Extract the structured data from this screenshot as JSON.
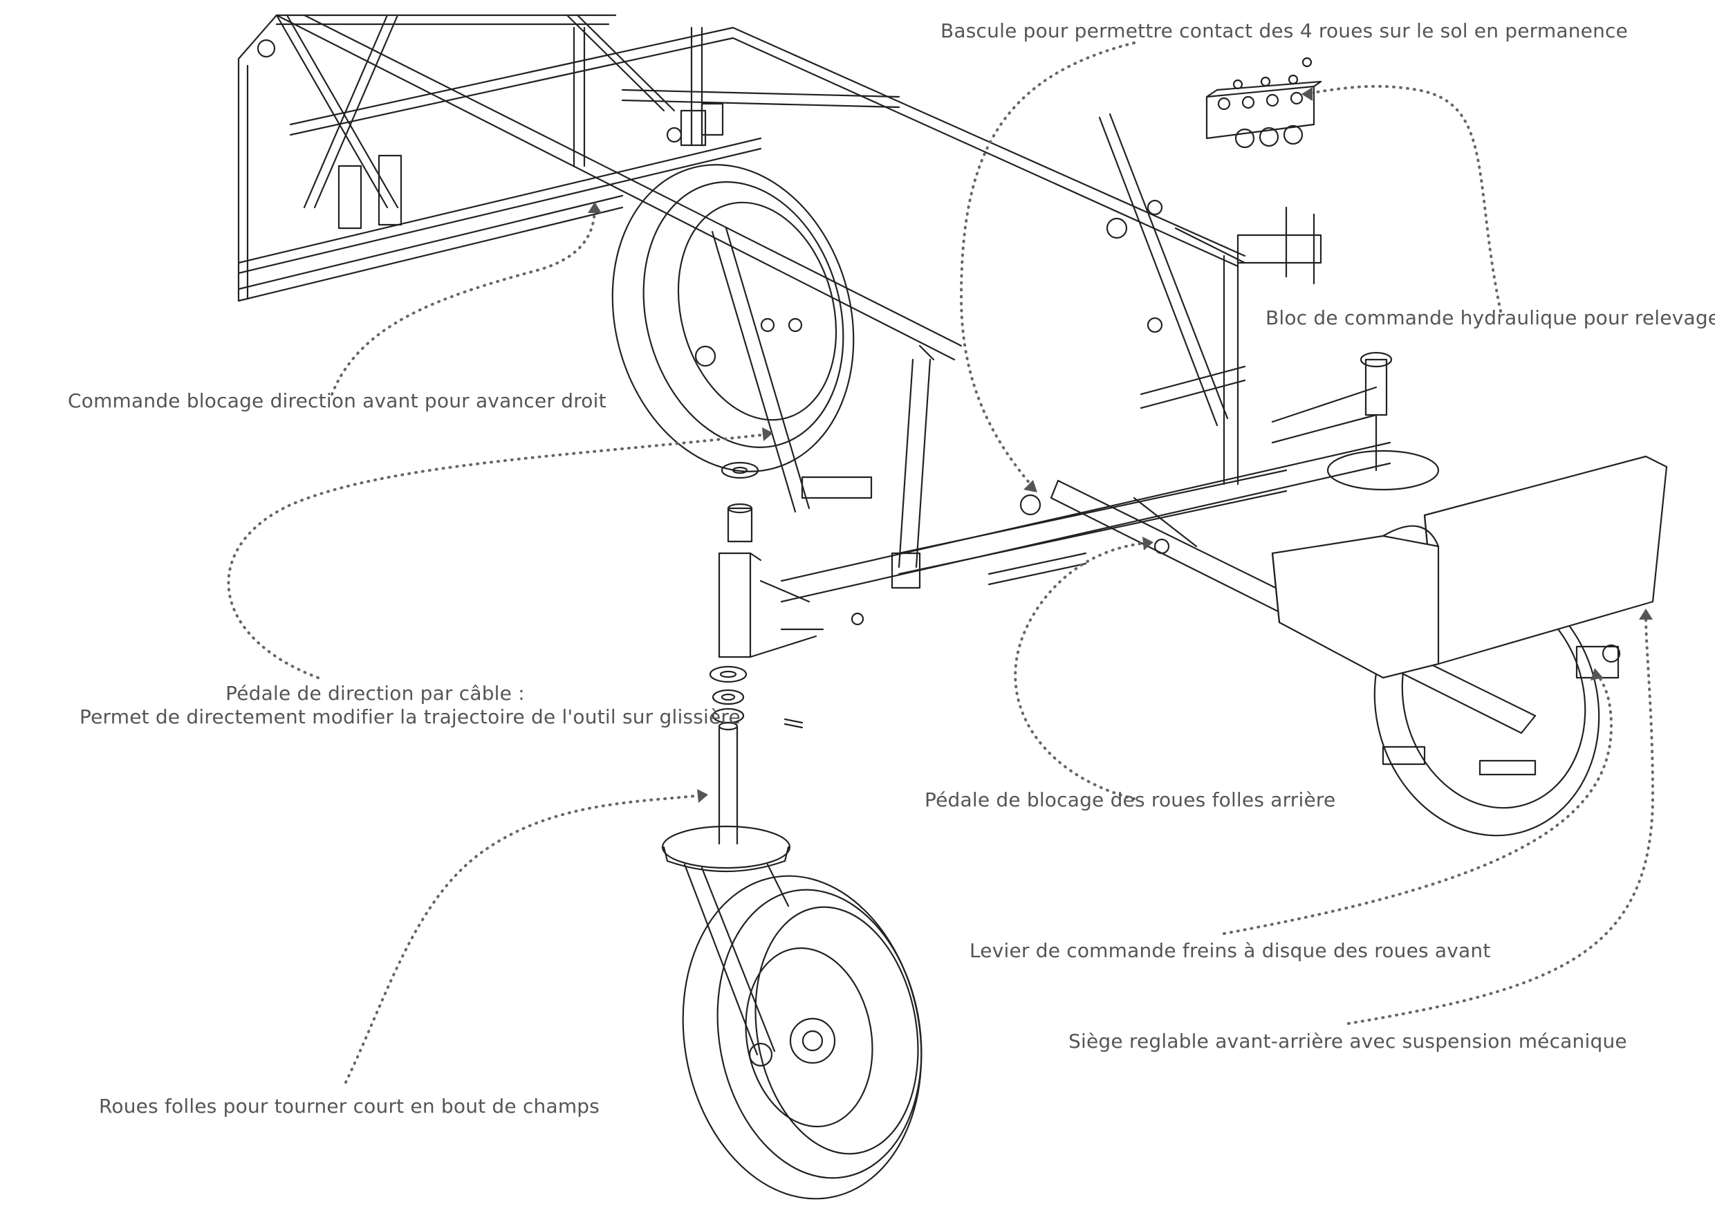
{
  "labels": {
    "bascule": "Bascule pour permettre contact des 4 roues sur le sol en permanence",
    "bloc_hydraulique": "Bloc de commande hydraulique pour relevage",
    "blocage_direction": "Commande blocage direction avant pour avancer droit",
    "pedale_direction_line1": "Pédale de direction par câble :",
    "pedale_direction_line2": "Permet de directement modifier la trajectoire de l'outil sur glissière",
    "pedale_blocage": "Pédale de blocage des roues folles arrière",
    "levier_freins": "Levier de commande freins à disque des roues avant",
    "siege": "Siège reglable avant-arrière avec suspension mécanique",
    "roues_folles": "Roues folles pour tourner court en bout de champs"
  },
  "colors": {
    "line": "#222222",
    "label_text": "#555555",
    "leader": "#666666"
  }
}
